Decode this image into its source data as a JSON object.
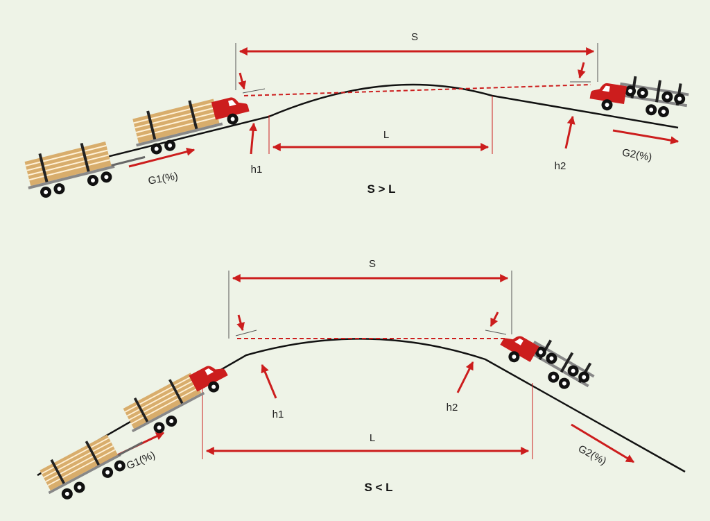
{
  "colors": {
    "background": "#eef3e7",
    "accent": "#cc1d1d",
    "road": "#111111",
    "logs": "#d8ad6c"
  },
  "top": {
    "label_s": "S",
    "label_l": "L",
    "label_h1": "h1",
    "label_h2": "h2",
    "label_g1": "G1(%)",
    "label_g2": "G2(%)",
    "caption": "S > L"
  },
  "bottom": {
    "label_s": "S",
    "label_l": "L",
    "label_h1": "h1",
    "label_h2": "h2",
    "label_g1": "G1(%)",
    "label_g2": "G2(%)",
    "caption": "S < L"
  }
}
